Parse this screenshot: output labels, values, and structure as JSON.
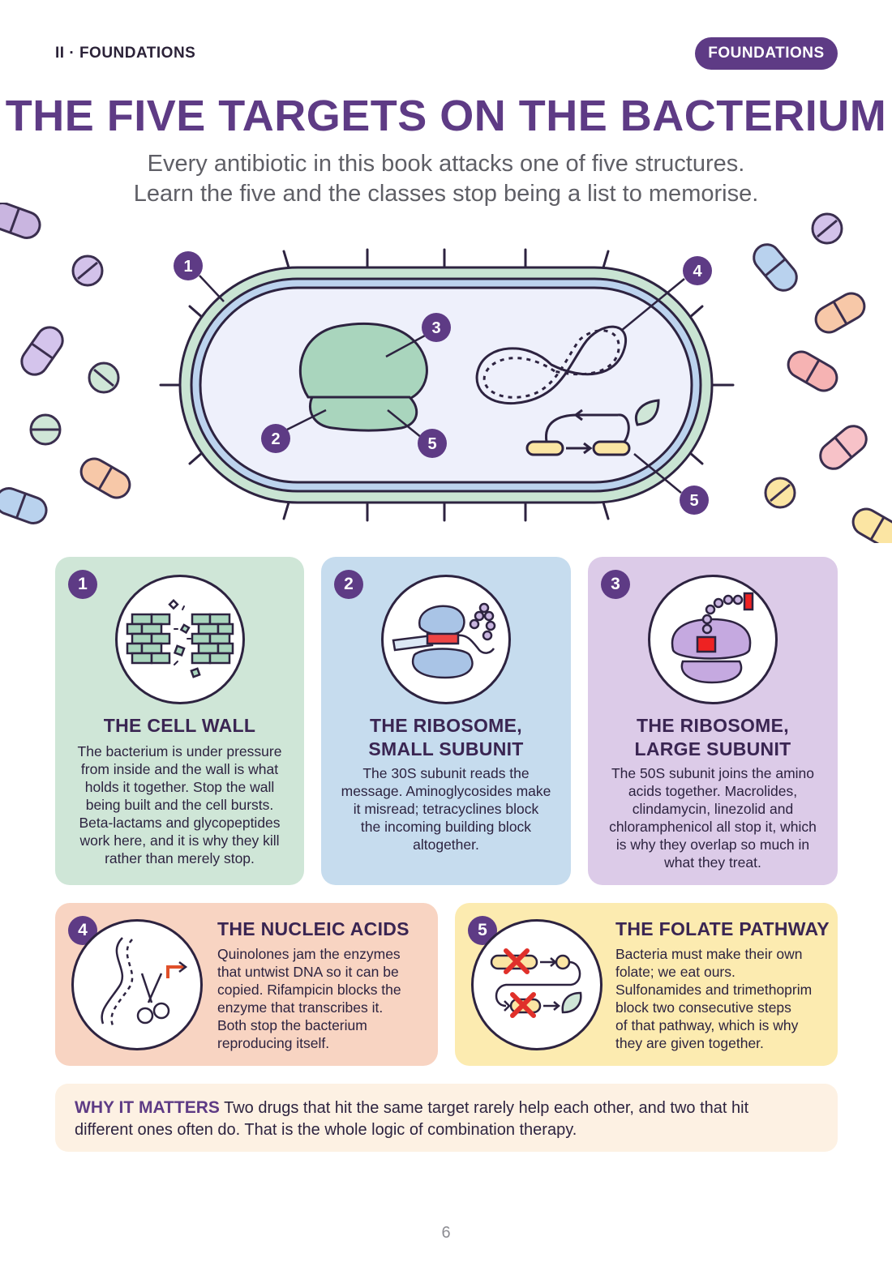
{
  "header": {
    "section_label": "II · FOUNDATIONS",
    "tag": "FOUNDATIONS"
  },
  "title": "THE FIVE TARGETS ON THE BACTERIUM",
  "subtitle": {
    "line1": "Every antibiotic in this book attacks one of five structures.",
    "line2": "Learn the five and the classes stop being a list to memorise."
  },
  "diagram_markers": [
    "1",
    "2",
    "3",
    "4",
    "5",
    "5"
  ],
  "cards": [
    {
      "number": "1",
      "title": "THE CELL WALL",
      "text": [
        "The bacterium is under pressure",
        "from inside and the wall is what",
        "holds it together. Stop the wall",
        "being built and the cell bursts.",
        "Beta-lactams and glycopeptides",
        "work here, and it is why they kill",
        "rather than merely stop."
      ],
      "color": "#cfe6d7",
      "icon": "brick-wall-icon"
    },
    {
      "number": "2",
      "title": [
        "THE RIBOSOME,",
        "SMALL SUBUNIT"
      ],
      "text": [
        "The 30S subunit reads the",
        "message. Aminoglycosides make",
        "it misread; tetracyclines block",
        "the incoming building block",
        "altogether."
      ],
      "color": "#c6dcee",
      "icon": "ribosome-small-icon"
    },
    {
      "number": "3",
      "title": [
        "THE RIBOSOME,",
        "LARGE SUBUNIT"
      ],
      "text": [
        "The 50S subunit joins the amino",
        "acids together. Macrolides,",
        "clindamycin, linezolid and",
        "chloramphenicol all stop it, which",
        "is why they overlap so much in",
        "what they treat."
      ],
      "color": "#dccbe8",
      "icon": "ribosome-large-icon"
    },
    {
      "number": "4",
      "title": "THE NUCLEIC ACIDS",
      "text": [
        "Quinolones jam the enzymes",
        "that untwist DNA so it can be",
        "copied. Rifampicin blocks the",
        "enzyme that transcribes it.",
        "Both stop the bacterium",
        "reproducing itself."
      ],
      "color": "#f8d4c2",
      "icon": "dna-scissors-icon"
    },
    {
      "number": "5",
      "title": "THE FOLATE PATHWAY",
      "text": [
        "Bacteria must make their own",
        "folate; we eat ours.",
        "Sulfonamides and trimethoprim",
        "block two consecutive steps",
        "of that pathway, which is why",
        "they are given together."
      ],
      "color": "#fcebb0",
      "icon": "blocked-pathway-icon"
    }
  ],
  "why": {
    "heading": "WHY IT MATTERS",
    "text_line1": "Two drugs that hit the same target rarely help each other, and two that hit",
    "text_line2": "different ones often do. That is the whole logic of combination therapy."
  },
  "page_number": "6",
  "colors": {
    "brand_purple": "#5e3b85",
    "ink": "#2d2340",
    "wall_green": "#c9e4d3",
    "membrane_blue": "#bcd3ee",
    "cytoplasm": "#eef0fb"
  }
}
